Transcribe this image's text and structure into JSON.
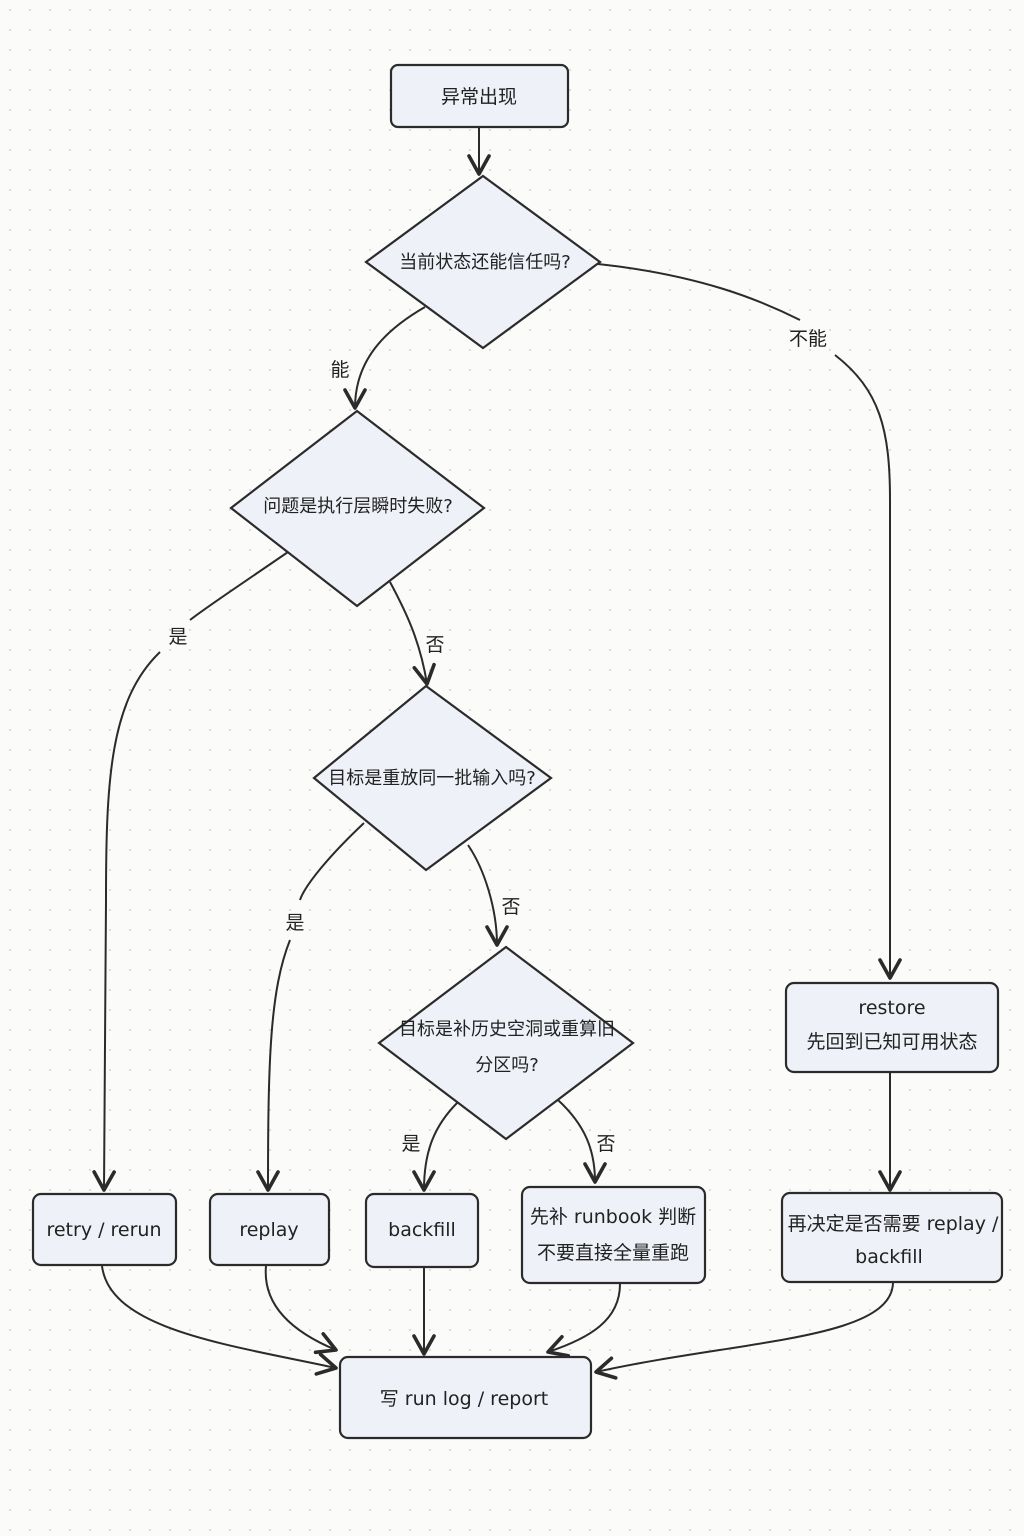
{
  "diagram": {
    "type": "flowchart",
    "colors": {
      "node_fill": "#eef1f8",
      "stroke": "#2b2b2b",
      "background": "#fbfbfa"
    },
    "nodes": {
      "start": {
        "lines": [
          "异常出现"
        ]
      },
      "q_trust": {
        "lines": [
          "当前状态还能信任吗?"
        ]
      },
      "q_transient": {
        "lines": [
          "问题是执行层瞬时失败?"
        ]
      },
      "q_replay": {
        "lines": [
          "目标是重放同一批输入吗?"
        ]
      },
      "q_backfill": {
        "lines": [
          "目标是补历史空洞或重算旧",
          "分区吗?"
        ]
      },
      "restore": {
        "lines": [
          "restore",
          "先回到已知可用状态"
        ]
      },
      "retry": {
        "lines": [
          "retry / rerun"
        ]
      },
      "replay": {
        "lines": [
          "replay"
        ]
      },
      "backfill": {
        "lines": [
          "backfill"
        ]
      },
      "runbook": {
        "lines": [
          "先补 runbook 判断",
          "不要直接全量重跑"
        ]
      },
      "decide": {
        "lines": [
          "再决定是否需要 replay /",
          "backfill"
        ]
      },
      "report": {
        "lines": [
          "写 run log / report"
        ]
      }
    },
    "edge_labels": {
      "trust_yes": "能",
      "trust_no": "不能",
      "transient_yes": "是",
      "transient_no": "否",
      "replay_yes": "是",
      "replay_no": "否",
      "backfill_yes": "是",
      "backfill_no": "否"
    }
  }
}
